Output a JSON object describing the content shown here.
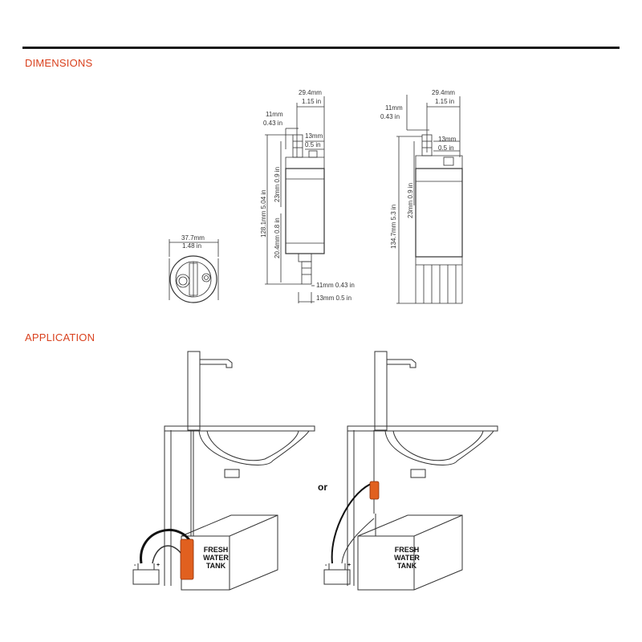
{
  "colors": {
    "accent": "#d9411e",
    "pump": "#e1601f",
    "line": "#333333"
  },
  "sections": {
    "dimensions": "DIMENSIONS",
    "application": "APPLICATION"
  },
  "top_view": {
    "width_mm": "37.7mm",
    "width_in": "1.48 in"
  },
  "pump_a": {
    "top_width_mm": "29.4mm",
    "top_width_in": "1.15 in",
    "outlet_mm": "11mm",
    "outlet_in": "0.43 in",
    "nozzle_mm": "13mm",
    "nozzle_in": "0.5 in",
    "total_height": "128.1mm 5.04 in",
    "top_height": "23mm  0.9 in",
    "bottom_height": "20.4mm  0.8 in",
    "bottom_outlet": "11mm 0.43 in",
    "bottom_nozzle": "13mm 0.5 in"
  },
  "pump_b": {
    "top_width_mm": "29.4mm",
    "top_width_in": "1.15 in",
    "outlet_mm": "11mm",
    "outlet_in": "0.43 in",
    "nozzle_mm": "13mm",
    "nozzle_in": "0.5 in",
    "total_height": "134.7mm 5.3 in",
    "top_height": "23mm  0.9 in"
  },
  "application": {
    "or_label": "or",
    "tank_label_1": [
      "FRESH",
      "WATER",
      "TANK"
    ],
    "tank_label_2": [
      "FRESH",
      "WATER",
      "TANK"
    ],
    "battery_plus": "+",
    "battery_minus": "-"
  }
}
